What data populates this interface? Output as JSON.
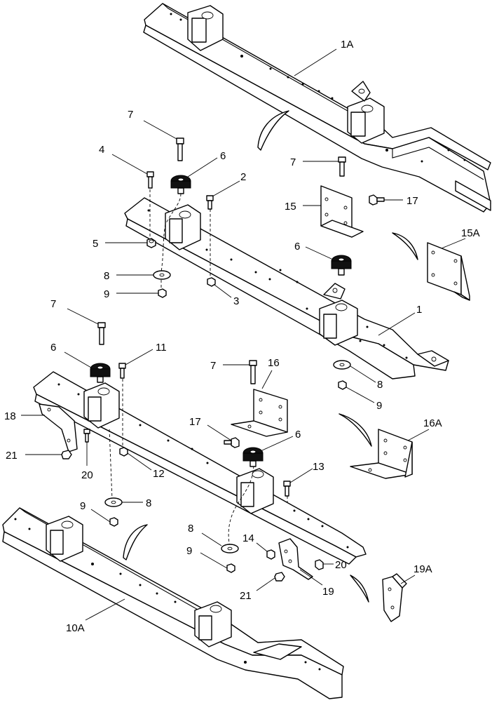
{
  "diagram": {
    "callouts": {
      "c1A": "1A",
      "c7a": "7",
      "c4": "4",
      "c6a": "6",
      "c2": "2",
      "c7b": "7",
      "c15": "15",
      "c17a": "17",
      "c5": "5",
      "c15A": "15A",
      "c6b": "6",
      "c8a": "8",
      "c9a": "9",
      "c3": "3",
      "c1": "1",
      "c7c": "7",
      "c6c": "6",
      "c11": "11",
      "c7d": "7",
      "c16": "16",
      "c8b": "8",
      "c18": "18",
      "c9b": "9",
      "c17b": "17",
      "c6d": "6",
      "c16A": "16A",
      "c21a": "21",
      "c20a": "20",
      "c12": "12",
      "c13": "13",
      "c9c": "9",
      "c8c": "8",
      "c8d": "8",
      "c14": "14",
      "c20b": "20",
      "c19A": "19A",
      "c9d": "9",
      "c21b": "21",
      "c19": "19",
      "c10A": "10A"
    }
  }
}
